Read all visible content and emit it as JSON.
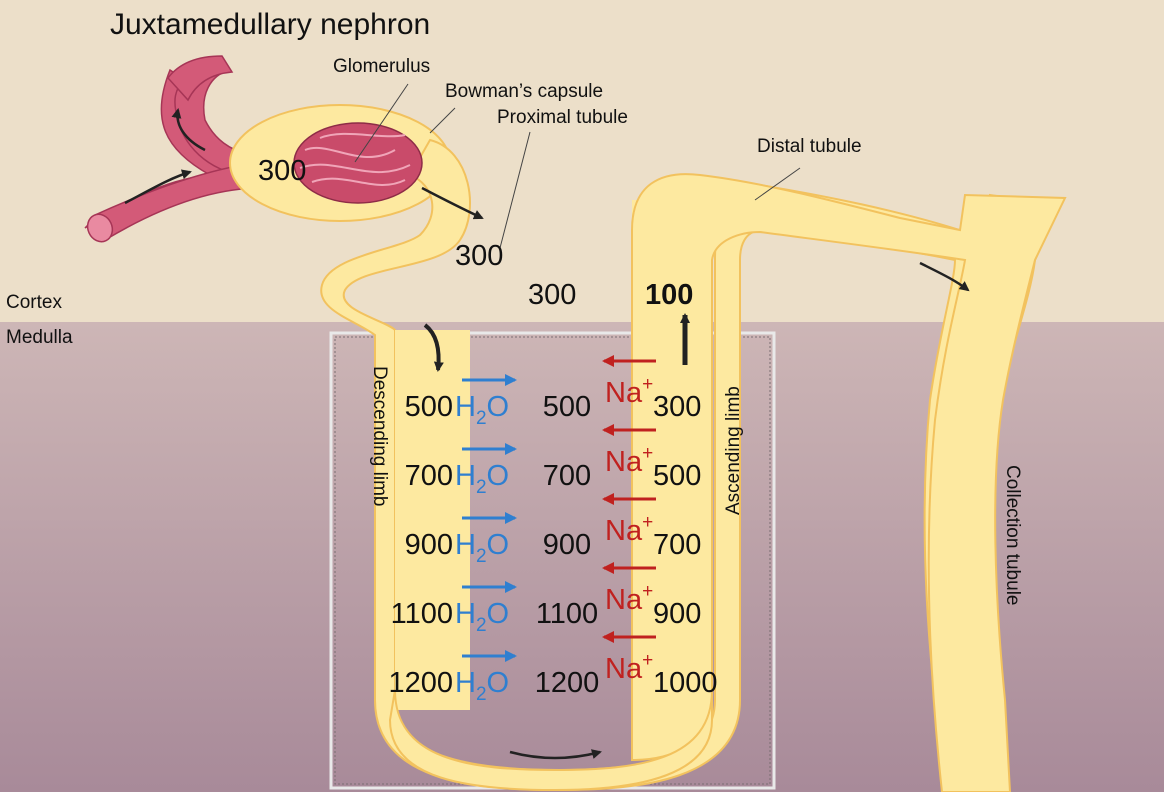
{
  "title": "Juxtamedullary nephron",
  "labels": {
    "glomerulus": "Glomerulus",
    "bowmans_capsule": "Bowman’s capsule",
    "proximal_tubule": "Proximal tubule",
    "distal_tubule": "Distal tubule",
    "cortex": "Cortex",
    "medulla": "Medulla",
    "descending_limb": "Descending limb",
    "ascending_limb": "Ascending limb",
    "collection_tubule": "Collection tubule"
  },
  "cortex_values": {
    "glomerulus": "300",
    "proximal": "300",
    "interstitial": "300",
    "ascending_top": "100"
  },
  "water": {
    "main": "H",
    "sub": "2",
    "end": "O"
  },
  "sodium": {
    "main": "Na",
    "sup": "+"
  },
  "rows": [
    {
      "descending": "500",
      "interstitial": "500",
      "ascending": "300"
    },
    {
      "descending": "700",
      "interstitial": "700",
      "ascending": "500"
    },
    {
      "descending": "900",
      "interstitial": "900",
      "ascending": "700"
    },
    {
      "descending": "1100",
      "interstitial": "1100",
      "ascending": "900"
    },
    {
      "descending": "1200",
      "interstitial": "1200",
      "ascending": "1000"
    }
  ],
  "colors": {
    "cortex_bg": "#ecdfc9",
    "medulla_bg": "#b79aa5",
    "tubule": "#fde9a0",
    "tubule_edge": "#f2c25e",
    "vessel": "#d35a78",
    "water_arrow": "#2f7fd0",
    "sodium_arrow": "#c0211f"
  }
}
